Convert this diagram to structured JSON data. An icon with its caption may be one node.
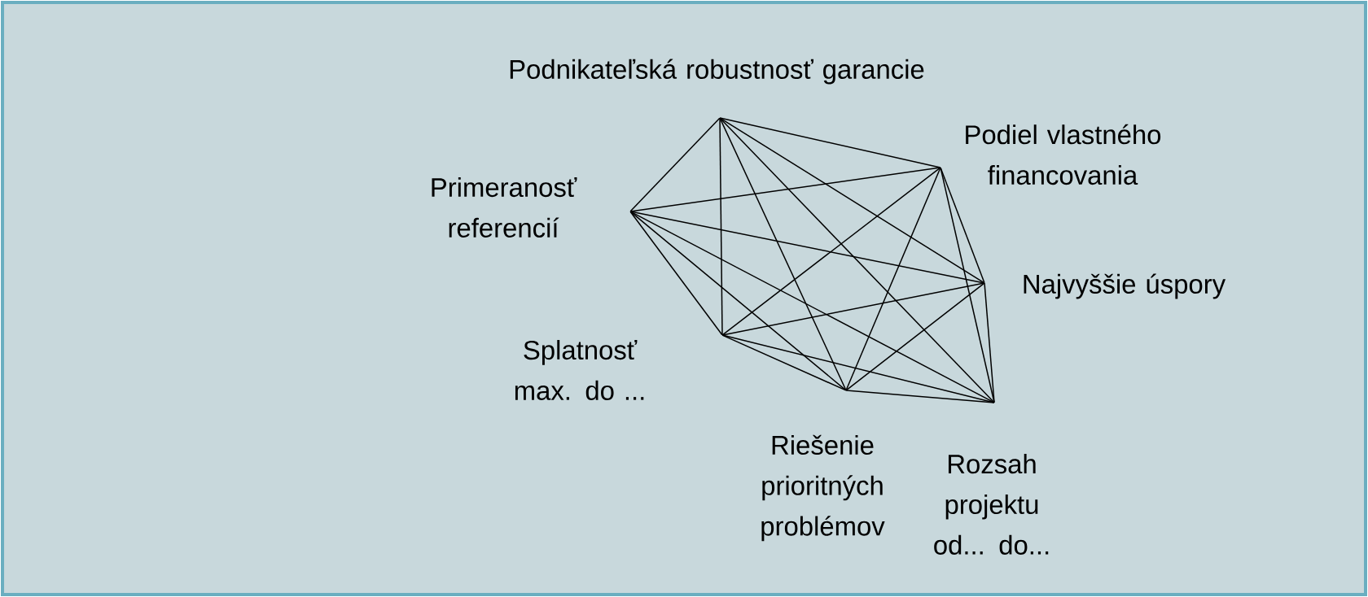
{
  "diagram": {
    "nodes": [
      {
        "text": [
          "Podnikateľská robustnosť garancie"
        ]
      },
      {
        "text": [
          "Podiel vlastného financovania"
        ]
      },
      {
        "text": [
          "Primeranosť referencií"
        ]
      },
      {
        "text": [
          "Najvyššie úspory"
        ]
      },
      {
        "text": [
          "Splatnosť max. do ..."
        ]
      },
      {
        "text": [
          "Riešenie prioritných problémov"
        ]
      },
      {
        "text": [
          "Rozsah projektu od... do..."
        ]
      }
    ],
    "edges": [
      {
        "from": 0,
        "to": 1,
        "arrow": "none"
      },
      {
        "from": 0,
        "to": 2,
        "arrow": "none"
      },
      {
        "from": 0,
        "to": 3,
        "arrow": "none"
      },
      {
        "from": 0,
        "to": 4,
        "arrow": "none"
      },
      {
        "from": 0,
        "to": 5,
        "arrow": "none"
      },
      {
        "from": 0,
        "to": 6,
        "arrow": "none"
      },
      {
        "from": 1,
        "to": 2,
        "arrow": "none"
      },
      {
        "from": 1,
        "to": 3,
        "arrow": "none"
      },
      {
        "from": 1,
        "to": 4,
        "arrow": "none"
      },
      {
        "from": 1,
        "to": 5,
        "arrow": "none"
      },
      {
        "from": 1,
        "to": 6,
        "arrow": "none"
      },
      {
        "from": 2,
        "to": 3,
        "arrow": "none"
      },
      {
        "from": 2,
        "to": 4,
        "arrow": "none"
      },
      {
        "from": 2,
        "to": 5,
        "arrow": "none"
      },
      {
        "from": 2,
        "to": 6,
        "arrow": "none"
      },
      {
        "from": 3,
        "to": 4,
        "arrow": "none"
      },
      {
        "from": 3,
        "to": 5,
        "arrow": "none"
      },
      {
        "from": 3,
        "to": 6,
        "arrow": "none"
      },
      {
        "from": 4,
        "to": 5,
        "arrow": "none"
      },
      {
        "from": 4,
        "to": 6,
        "arrow": "none"
      },
      {
        "from": 5,
        "to": 6,
        "arrow": "none"
      }
    ]
  }
}
